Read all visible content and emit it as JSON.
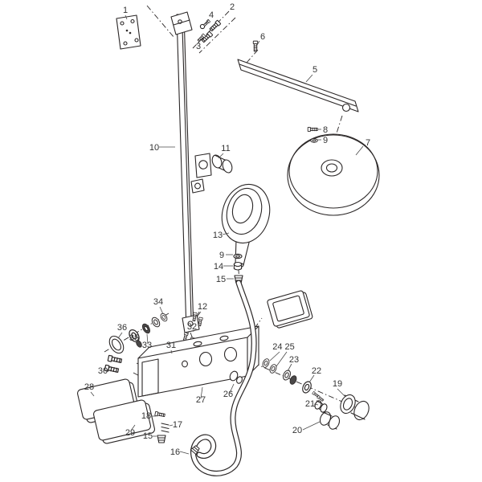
{
  "page": {
    "background": "#ffffff"
  },
  "diagram": {
    "kind": "exploded-parts-diagram",
    "colors": {
      "line": "#2b2727",
      "label": "#333333",
      "background": "#ffffff"
    },
    "labels": {
      "p1": "1",
      "p2": "2",
      "p3": "3",
      "p4": "4",
      "p5": "5",
      "p6": "6",
      "p7": "7",
      "p8": "8",
      "p9a": "9",
      "p9b": "9",
      "p10": "10",
      "p11": "11",
      "p12": "12",
      "p13": "13",
      "p14": "14",
      "p15a": "15",
      "p15b": "15",
      "p16": "16",
      "p17": "17",
      "p18": "18",
      "p19": "19",
      "p20": "20",
      "p21": "21",
      "p22": "22",
      "p23": "23",
      "p24_25": "24 25",
      "p26": "26",
      "p27": "27",
      "p28": "28",
      "p29": "29",
      "p30": "30",
      "p31": "31",
      "p32": "32",
      "p33": "33",
      "p34": "34",
      "p35": "35",
      "p36": "36"
    }
  }
}
